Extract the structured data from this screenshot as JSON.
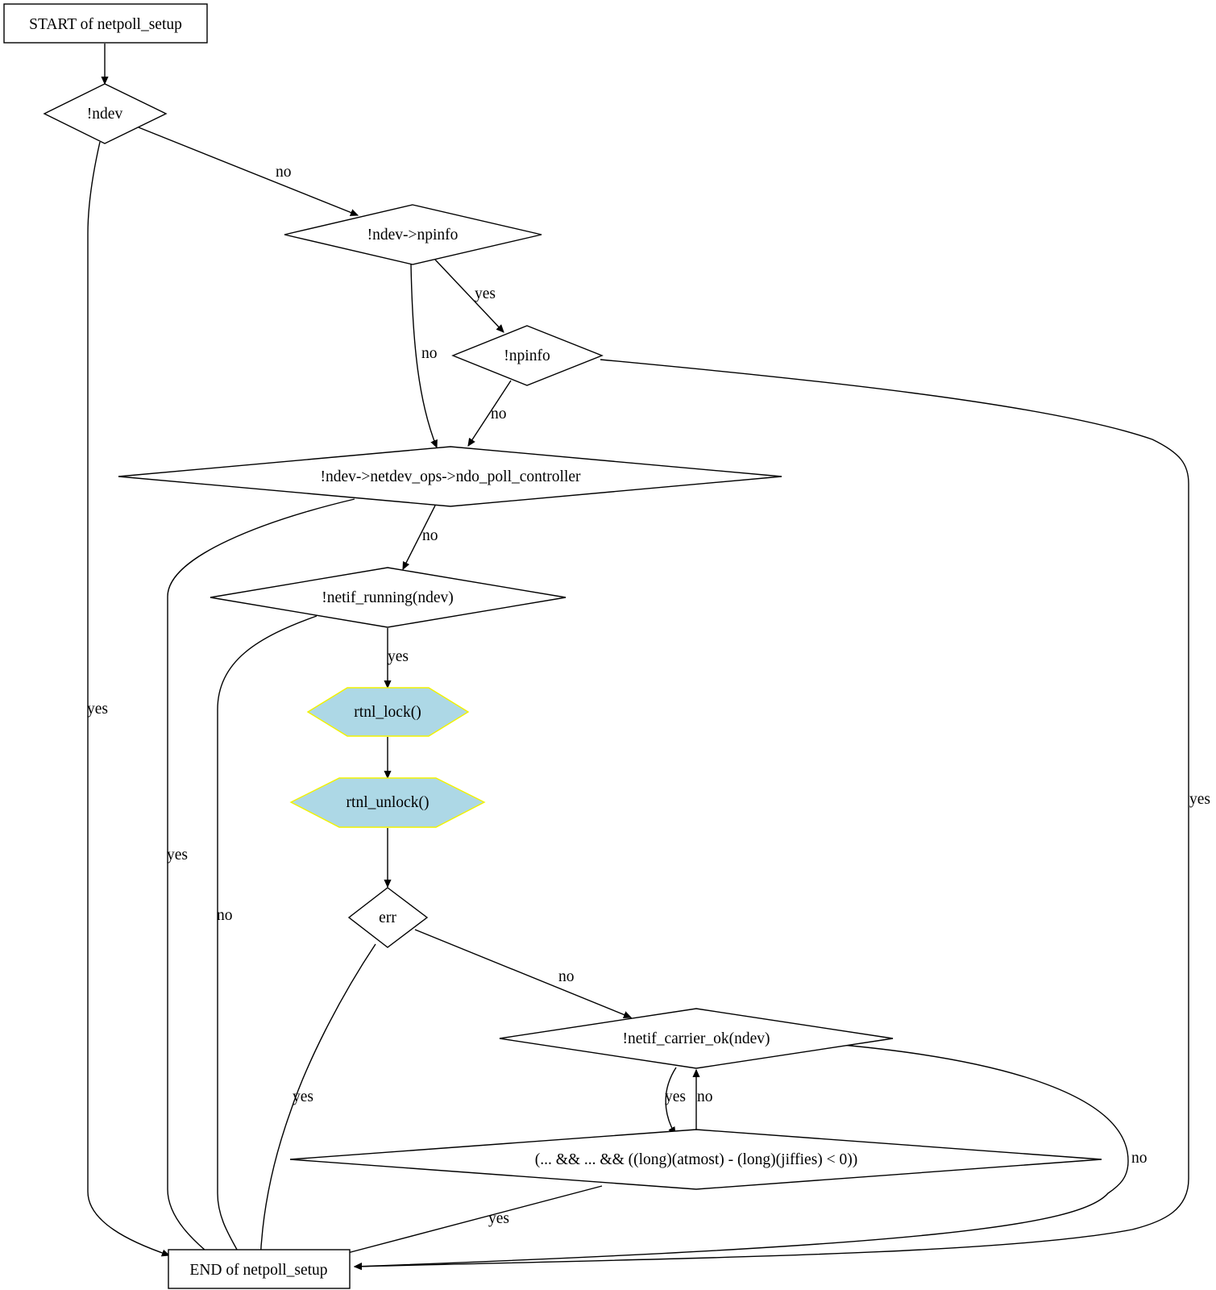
{
  "nodes": {
    "start": "START of netpoll_setup",
    "ndev": "!ndev",
    "npinfo_field": "!ndev->npinfo",
    "npinfo": "!npinfo",
    "poll_controller": "!ndev->netdev_ops->ndo_poll_controller",
    "netif_running": "!netif_running(ndev)",
    "rtnl_lock": "rtnl_lock()",
    "rtnl_unlock": "rtnl_unlock()",
    "err": "err",
    "carrier_ok": "!netif_carrier_ok(ndev)",
    "atmost": "(... && ... && ((long)(atmost) - (long)(jiffies) < 0))",
    "end": "END of netpoll_setup"
  },
  "edges": {
    "start_ndev": "",
    "ndev_no": "no",
    "ndev_yes": "yes",
    "npinfo_field_yes": "yes",
    "npinfo_field_no": "no",
    "npinfo_no": "no",
    "npinfo_yes": "yes",
    "poll_no": "no",
    "poll_yes": "yes",
    "running_yes": "yes",
    "running_no": "no",
    "lock_unlock": "",
    "unlock_err": "",
    "err_no": "no",
    "err_yes": "yes",
    "carrier_yes": "yes",
    "carrier_no": "no",
    "atmost_no": "no",
    "atmost_yes": "yes"
  },
  "colors": {
    "call_fill": "#add8e6",
    "call_stroke": "#f2f200",
    "line": "#000000"
  }
}
